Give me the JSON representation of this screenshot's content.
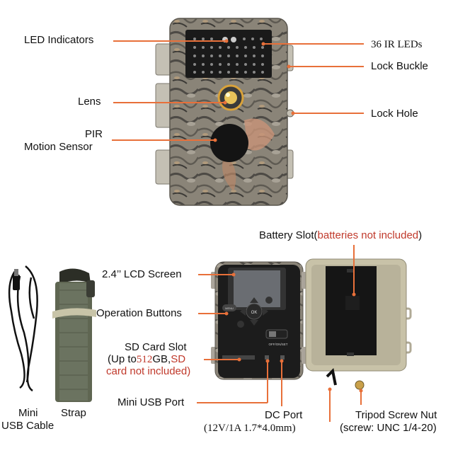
{
  "colors": {
    "leader": "#e8703a",
    "camo": "#8a8478",
    "camo_dark": "#4d4a45",
    "red_text": "#c0392b",
    "black": "#111111"
  },
  "icons": {
    "camera_front": "trail-camera-front",
    "camera_open": "trail-camera-open",
    "cable": "usb-cable",
    "strap": "strap"
  },
  "labels": {
    "led_indicators": "LED Indicators",
    "ir_leds": "36 IR LEDs",
    "lock_buckle": "Lock Buckle",
    "lens": "Lens",
    "lock_hole": "Lock Hole",
    "pir_line1": "PIR",
    "pir_line2": "Motion Sensor",
    "battery_slot": "Battery Slot(",
    "battery_note": "batteries not included",
    "battery_close": ")",
    "lcd_screen": "2.4’’ LCD Screen",
    "operation_buttons": "Operation Buttons",
    "sd_card_slot": "SD Card Slot",
    "sd_up_to": "(Up to",
    "sd_size": "512",
    "sd_gb": "GB,",
    "sd_word": "SD",
    "sd_line3": "card not included)",
    "mini_usb_port": "Mini USB Port",
    "dc_port": "DC Port",
    "dc_spec": "(12V/1A 1.7*4.0mm)",
    "tripod_nut": "Tripod Screw Nut",
    "tripod_spec": "(screw: UNC 1/4-20)",
    "mini_usb_cable_line1": "Mini",
    "mini_usb_cable_line2": "USB Cable",
    "strap": "Strap",
    "btn_menu": "MENU",
    "btn_ok": "OK",
    "switch_label": "OFF/ON/SET"
  }
}
